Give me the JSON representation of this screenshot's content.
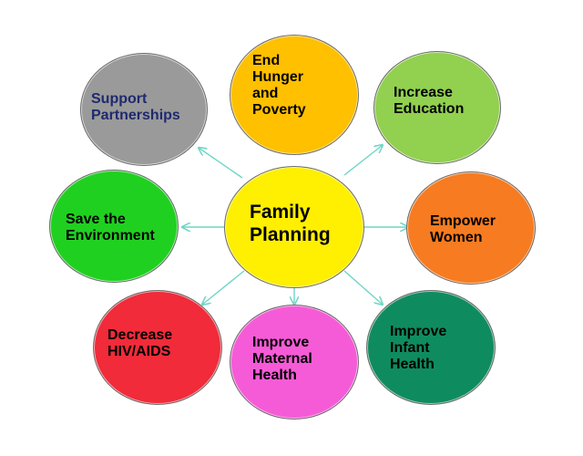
{
  "center": {
    "label": "Family\nPlanning",
    "color": "#ffef00"
  },
  "nodes": [
    {
      "id": "end-hunger",
      "label": "End\nHunger\nand\nPoverty",
      "color": "#ffc000"
    },
    {
      "id": "increase-education",
      "label": "Increase\nEducation",
      "color": "#92d050"
    },
    {
      "id": "empower-women",
      "label": "Empower\nWomen",
      "color": "#f77b20"
    },
    {
      "id": "improve-infant-health",
      "label": "Improve\nInfant\nHealth",
      "color": "#0f8c5f"
    },
    {
      "id": "improve-maternal-health",
      "label": "Improve\nMaternal\nHealth",
      "color": "#f65bd7"
    },
    {
      "id": "decrease-hiv-aids",
      "label": "Decrease\nHIV/AIDS",
      "color": "#f12b39"
    },
    {
      "id": "save-environment",
      "label": "Save the\nEnvironment",
      "color": "#20d020"
    },
    {
      "id": "support-partnerships",
      "label": "Support\nPartnerships",
      "color": "#9a9a9a",
      "text_color": "#1f2a6e"
    }
  ],
  "arrow_color": "#6fd6c6"
}
